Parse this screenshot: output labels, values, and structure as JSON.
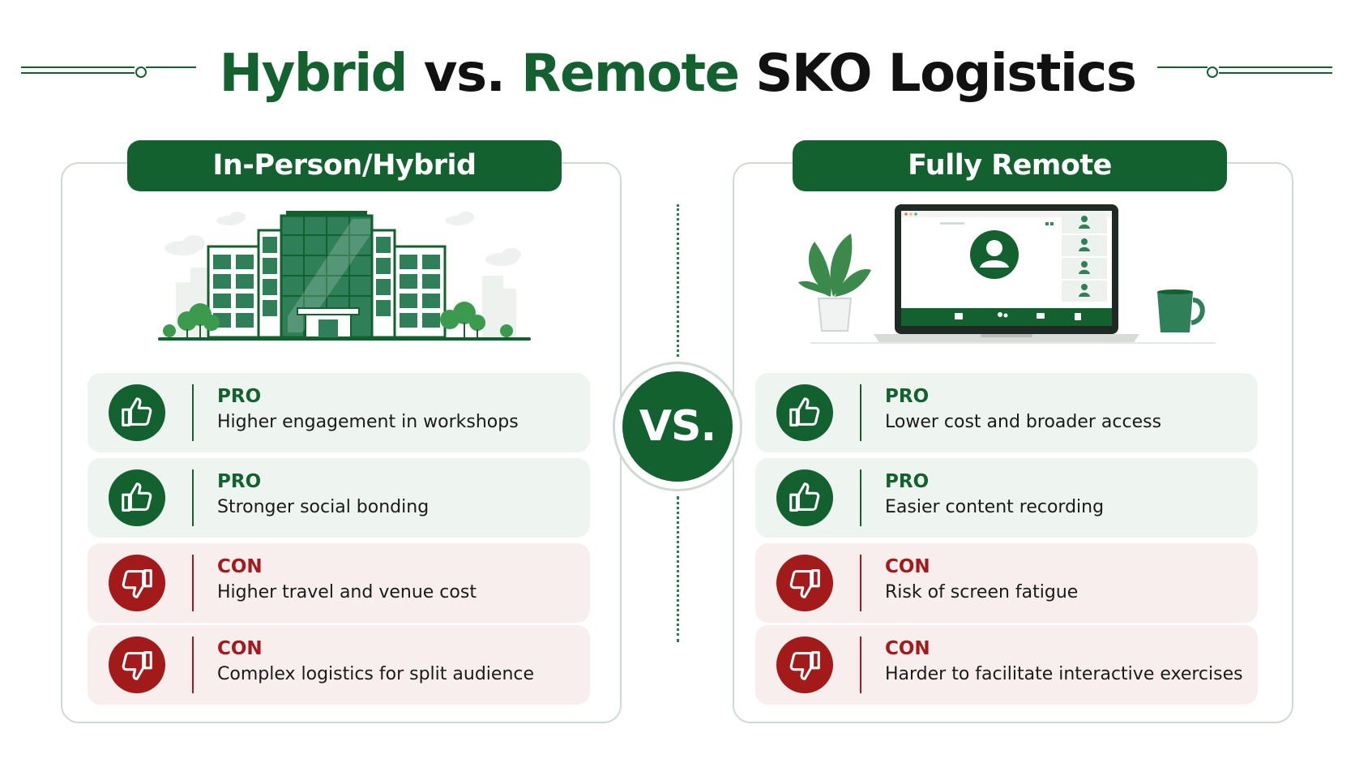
{
  "title": {
    "part1": "Hybrid",
    "part2": " vs. ",
    "part3": "Remote",
    "part4": " SKO Logistics"
  },
  "colors": {
    "brand_green": "#13612f",
    "con_red": "#a31a1a",
    "pro_row_bg": "#eef4ef",
    "con_row_bg": "#f8eeee"
  },
  "vs_label": "VS.",
  "left_panel": {
    "header": "In-Person/Hybrid",
    "illustration": "office-building-icon",
    "items": [
      {
        "type": "PRO",
        "text": "Higher engagement in workshops",
        "icon": "thumbs-up-icon"
      },
      {
        "type": "PRO",
        "text": "Stronger social bonding",
        "icon": "thumbs-up-icon"
      },
      {
        "type": "CON",
        "text": "Higher travel and venue cost",
        "icon": "thumbs-down-icon"
      },
      {
        "type": "CON",
        "text": "Complex logistics for split audience",
        "icon": "thumbs-down-icon"
      }
    ]
  },
  "right_panel": {
    "header": "Fully Remote",
    "illustration": "laptop-video-call-icon",
    "items": [
      {
        "type": "PRO",
        "text": "Lower cost and broader access",
        "icon": "thumbs-up-icon"
      },
      {
        "type": "PRO",
        "text": "Easier content recording",
        "icon": "thumbs-up-icon"
      },
      {
        "type": "CON",
        "text": "Risk of screen fatigue",
        "icon": "thumbs-down-icon"
      },
      {
        "type": "CON",
        "text": "Harder to facilitate interactive exercises",
        "icon": "thumbs-down-icon"
      }
    ]
  }
}
